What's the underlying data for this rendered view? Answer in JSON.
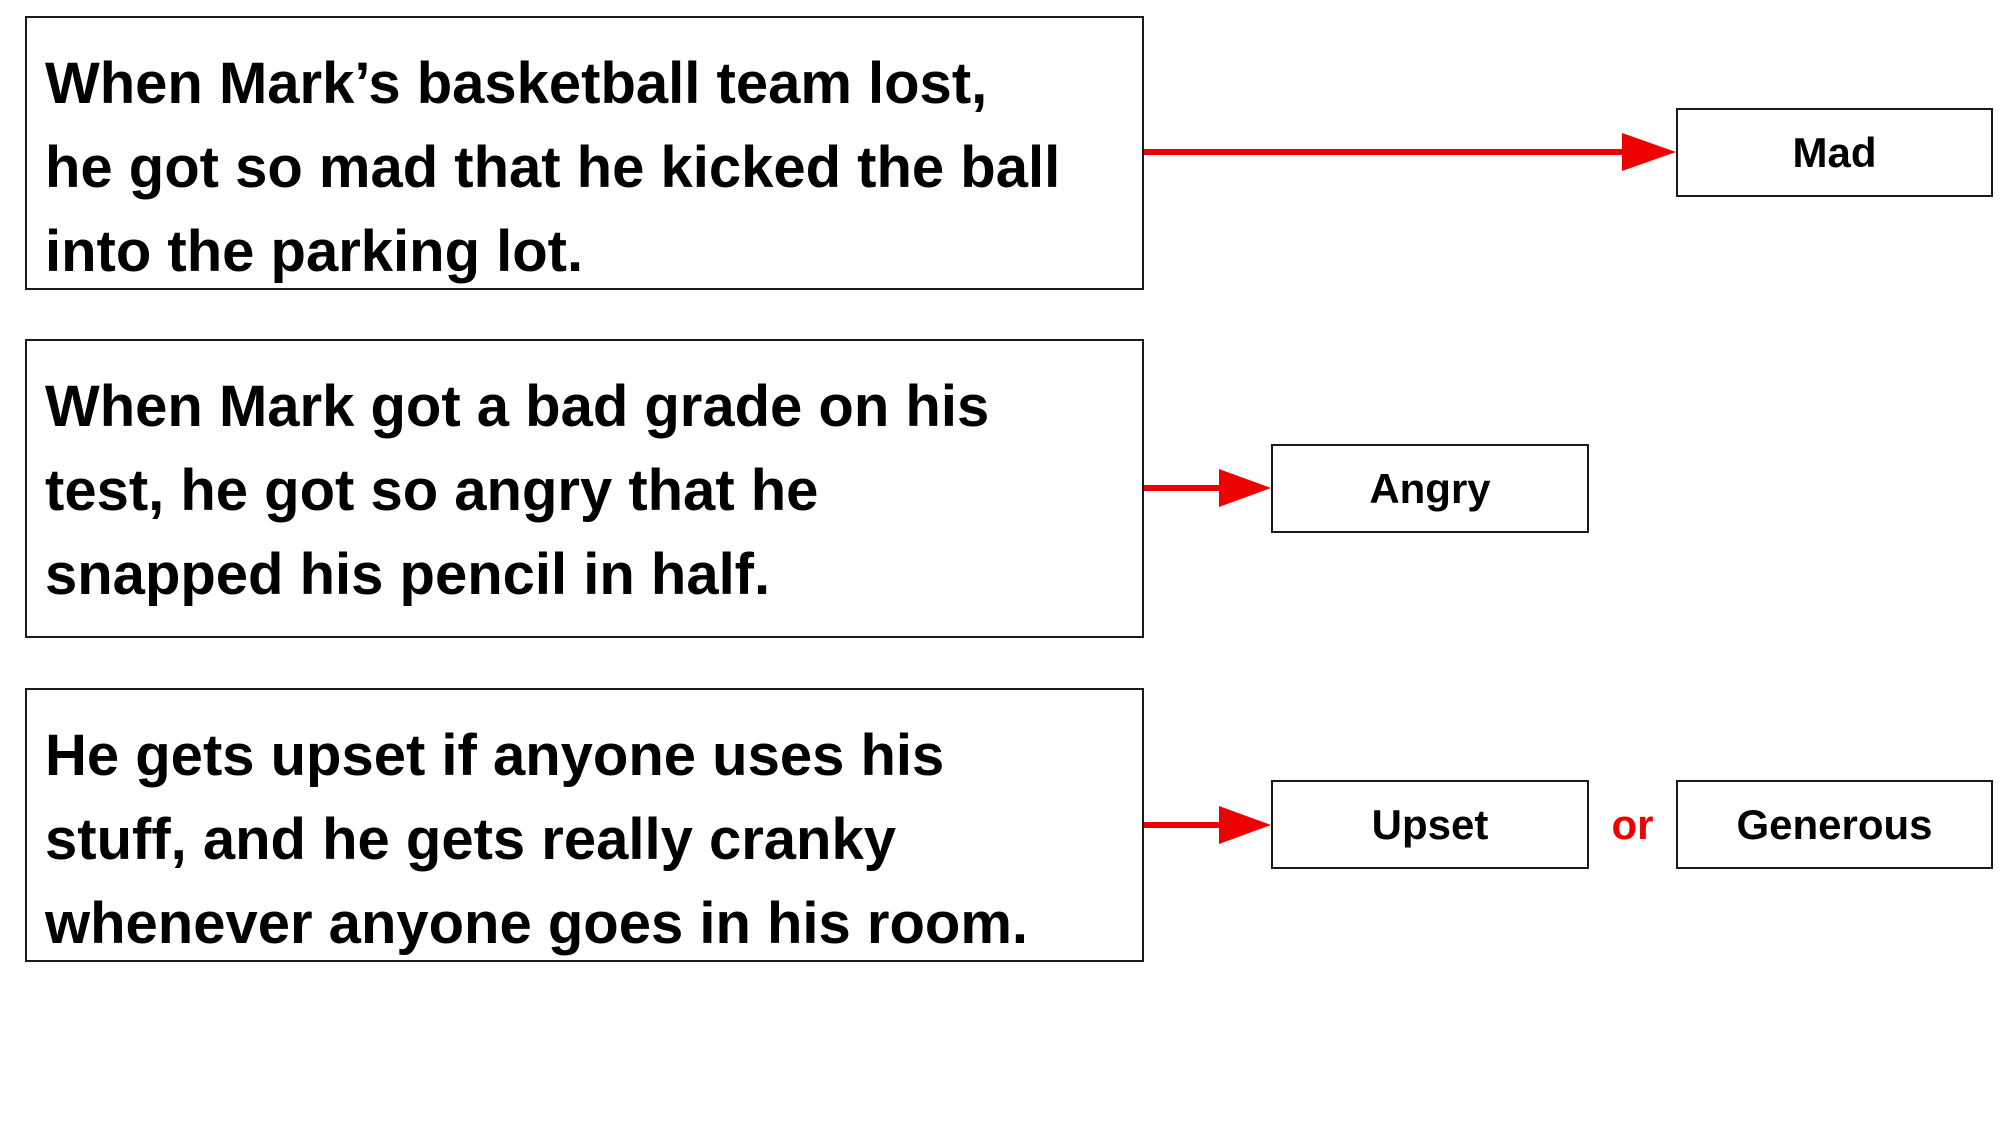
{
  "scenarios": [
    {
      "lines": [
        "When Mark’s basketball team lost,",
        "he got so mad that he kicked the ball",
        "into the parking lot."
      ]
    },
    {
      "lines": [
        "When Mark got a bad grade on his",
        "test, he got so angry that he",
        "snapped his pencil in half."
      ]
    },
    {
      "lines": [
        "He gets upset if anyone uses his",
        "stuff, and he gets really cranky",
        "whenever anyone goes in his room."
      ]
    }
  ],
  "labels": {
    "mad": "Mad",
    "angry": "Angry",
    "upset": "Upset",
    "or": "or",
    "generous": "Generous"
  },
  "colors": {
    "arrow": "#ee0000",
    "border": "#1a1a1a",
    "connector_text": "#ee0000"
  }
}
